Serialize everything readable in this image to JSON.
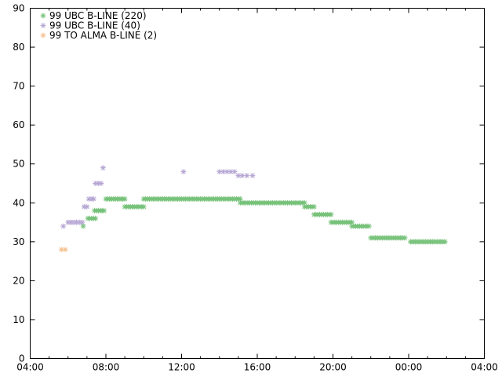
{
  "chart_data": {
    "type": "scatter",
    "x_unit": "time of day (hours)",
    "xlim": [
      4,
      28
    ],
    "ylim": [
      0,
      90
    ],
    "x_ticks": [
      {
        "value": 4,
        "label": "04:00"
      },
      {
        "value": 8,
        "label": "08:00"
      },
      {
        "value": 12,
        "label": "12:00"
      },
      {
        "value": 16,
        "label": "16:00"
      },
      {
        "value": 20,
        "label": "20:00"
      },
      {
        "value": 24,
        "label": "00:00"
      },
      {
        "value": 28,
        "label": "04:00"
      }
    ],
    "y_ticks": [
      0,
      10,
      20,
      30,
      40,
      50,
      60,
      70,
      80,
      90
    ],
    "grid": false,
    "legend_position": "top-left",
    "series": [
      {
        "name": "99 UBC B-LINE (220)",
        "color": "#77c27a",
        "segments": [
          {
            "x_start": 6.8,
            "x_end": 6.8,
            "step": 1,
            "y": 34
          },
          {
            "x_start": 7.05,
            "x_end": 7.45,
            "step": 0.1,
            "y": 36
          },
          {
            "x_start": 7.4,
            "x_end": 7.9,
            "step": 0.1,
            "y": 38
          },
          {
            "x_start": 8.0,
            "x_end": 9.0,
            "step": 0.1,
            "y": 41
          },
          {
            "x_start": 9.0,
            "x_end": 10.0,
            "step": 0.1,
            "y": 39
          },
          {
            "x_start": 10.0,
            "x_end": 15.1,
            "step": 0.1,
            "y": 41
          },
          {
            "x_start": 15.1,
            "x_end": 18.5,
            "step": 0.1,
            "y": 40
          },
          {
            "x_start": 18.5,
            "x_end": 19.0,
            "step": 0.1,
            "y": 39
          },
          {
            "x_start": 19.0,
            "x_end": 19.9,
            "step": 0.1,
            "y": 37
          },
          {
            "x_start": 19.9,
            "x_end": 21.0,
            "step": 0.1,
            "y": 35
          },
          {
            "x_start": 21.0,
            "x_end": 21.9,
            "step": 0.1,
            "y": 34
          },
          {
            "x_start": 22.0,
            "x_end": 23.8,
            "step": 0.12,
            "y": 31
          },
          {
            "x_start": 24.1,
            "x_end": 26.0,
            "step": 0.13,
            "y": 30
          }
        ]
      },
      {
        "name": "99 UBC B-LINE (40)",
        "color": "#b5a5d3",
        "points": [
          [
            5.75,
            34
          ],
          [
            6.0,
            35
          ],
          [
            6.15,
            35
          ],
          [
            6.3,
            35
          ],
          [
            6.45,
            35
          ],
          [
            6.6,
            35
          ],
          [
            6.75,
            35
          ],
          [
            6.85,
            39
          ],
          [
            7.0,
            39
          ],
          [
            7.1,
            41
          ],
          [
            7.25,
            41
          ],
          [
            7.35,
            41
          ],
          [
            7.45,
            45
          ],
          [
            7.6,
            45
          ],
          [
            7.75,
            45
          ],
          [
            7.85,
            49
          ],
          [
            12.1,
            48
          ],
          [
            14.0,
            48
          ],
          [
            14.2,
            48
          ],
          [
            14.4,
            48
          ],
          [
            14.6,
            48
          ],
          [
            14.8,
            48
          ],
          [
            15.0,
            47
          ],
          [
            15.2,
            47
          ],
          [
            15.45,
            47
          ],
          [
            15.75,
            47
          ]
        ]
      },
      {
        "name": "99 TO ALMA  B-LINE (2)",
        "color": "#f5c08f",
        "points": [
          [
            5.65,
            28
          ],
          [
            5.85,
            28
          ]
        ]
      }
    ]
  }
}
